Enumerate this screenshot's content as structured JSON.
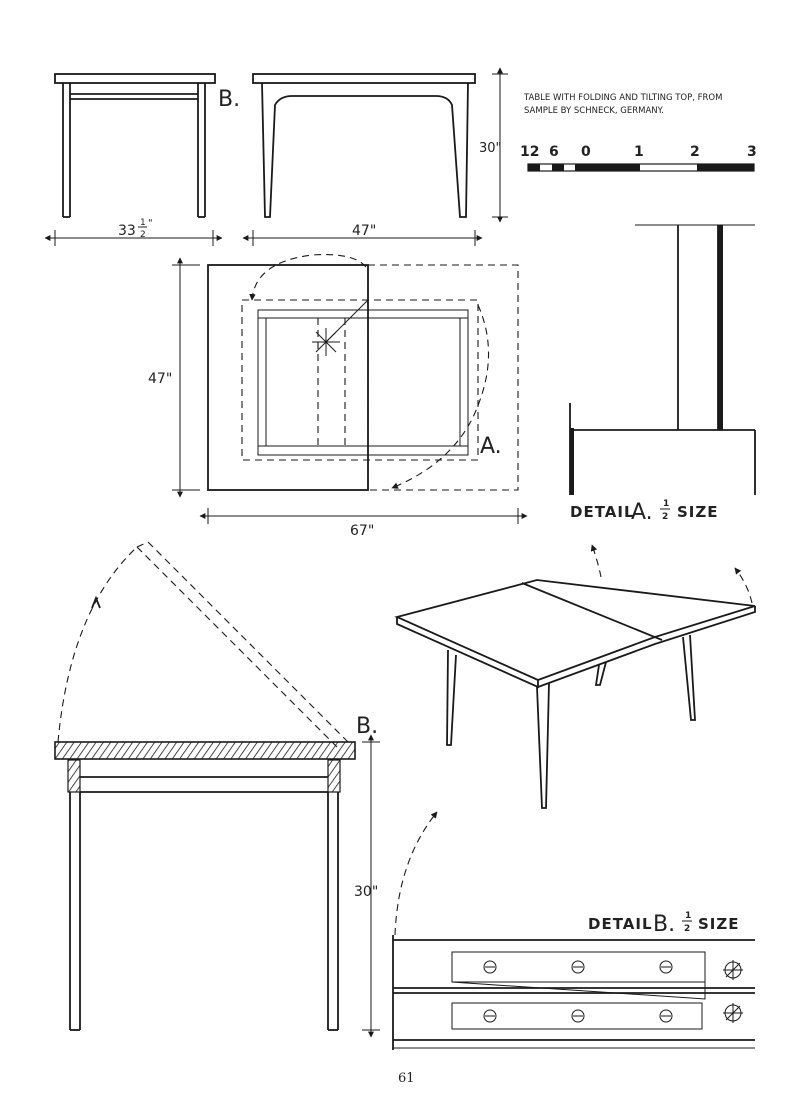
{
  "caption": {
    "line1": "TABLE WITH FOLDING AND TILTING TOP, FROM",
    "line2": "SAMPLE BY SCHNECK, GERMANY."
  },
  "scale_bar": {
    "labels": [
      "12",
      "6",
      "0",
      "1",
      "2",
      "3"
    ]
  },
  "views": {
    "end_elevation": {
      "tag": "B.",
      "width_label": "33",
      "width_fraction_num": "1",
      "width_fraction_den": "2",
      "width_inch_mark": "\""
    },
    "side_elevation": {
      "height_label": "30\"",
      "length_label": "47\""
    },
    "plan": {
      "depth_label": "47\"",
      "width_label": "67\"",
      "tag": "A."
    },
    "detail_a": {
      "prefix": "DETAIL",
      "letter": "A.",
      "fraction_num": "1",
      "fraction_den": "2",
      "suffix": "SIZE"
    },
    "tilt_section": {
      "tag": "B.",
      "height_label": "30\""
    },
    "detail_b": {
      "prefix": "DETAIL",
      "letter": "B.",
      "fraction_num": "1",
      "fraction_den": "2",
      "suffix": "SIZE"
    }
  },
  "page_number": "61"
}
